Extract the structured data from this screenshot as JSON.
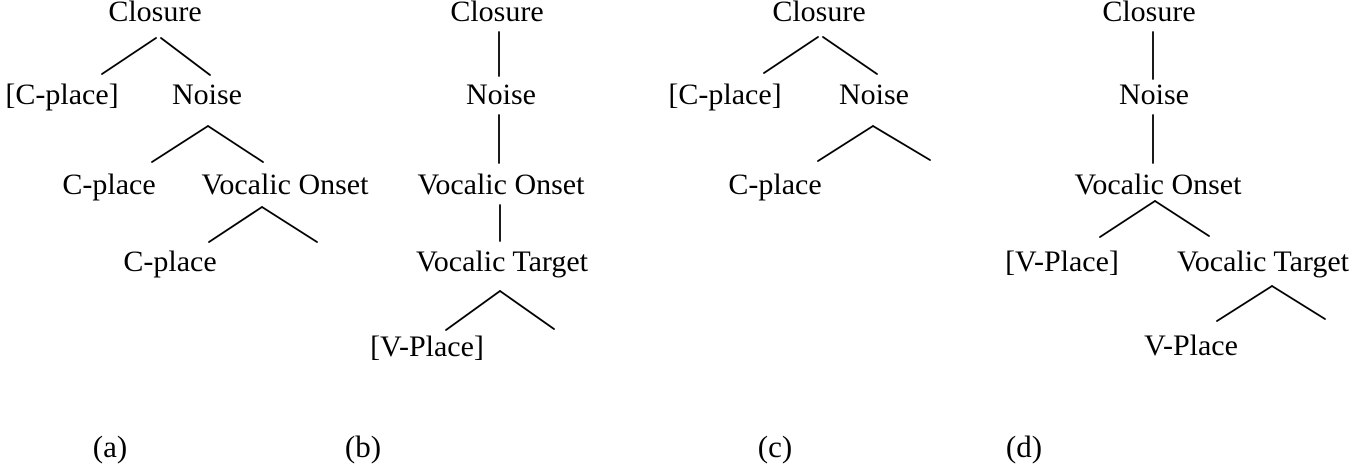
{
  "figure": {
    "background_color": "#ffffff",
    "text_color": "#000000",
    "line_color": "#000000"
  },
  "trees": {
    "a": {
      "caption": "(a)",
      "nodes": {
        "closure": "Closure",
        "c_place_spec": "[C-place]",
        "noise": "Noise",
        "c_place_mid": "C-place",
        "vocalic_onset": "Vocalic Onset",
        "c_place_low": "C-place"
      }
    },
    "b": {
      "caption": "(b)",
      "nodes": {
        "closure": "Closure",
        "noise": "Noise",
        "vocalic_onset": "Vocalic Onset",
        "vocalic_target": "Vocalic Target",
        "v_place_spec": "[V-Place]"
      }
    },
    "c": {
      "caption": "(c)",
      "nodes": {
        "closure": "Closure",
        "c_place_spec": "[C-place]",
        "noise": "Noise",
        "c_place": "C-place"
      }
    },
    "d": {
      "caption": "(d)",
      "nodes": {
        "closure": "Closure",
        "noise": "Noise",
        "vocalic_onset": "Vocalic Onset",
        "v_place_spec": "[V-Place]",
        "vocalic_target": "Vocalic Target",
        "v_place": "V-Place"
      }
    }
  }
}
